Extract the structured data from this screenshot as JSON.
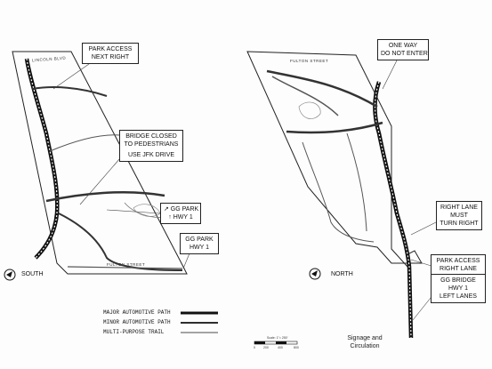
{
  "signs": {
    "park_access_next_right": [
      "PARK ACCESS",
      "NEXT RIGHT"
    ],
    "bridge_closed": [
      "BRIDGE CLOSED",
      "TO PEDESTRIANS",
      "USE JFK DRIVE"
    ],
    "gg_park_hwy1_arrows": [
      "↗ GG PARK",
      "↑ HWY 1"
    ],
    "gg_park_hwy1": [
      "GG PARK",
      "HWY 1"
    ],
    "one_way": [
      "ONE WAY",
      "DO NOT ENTER"
    ],
    "right_lane": [
      "RIGHT LANE",
      "MUST",
      "TURN RIGHT"
    ],
    "park_access_right_lane": [
      "PARK ACCESS",
      "RIGHT LANE"
    ],
    "gg_bridge": [
      "GG BRIDGE",
      "HWY 1",
      "LEFT LANES"
    ]
  },
  "streets": {
    "lincoln_left": "LINCOLN BLVD",
    "fulton_left": "FULTON STREET",
    "fulton_right": "FULTON STREET"
  },
  "directions": {
    "south": "SOUTH",
    "north": "NORTH"
  },
  "legend": [
    "MAJOR AUTOMOTIVE PATH",
    "MINOR AUTOMOTIVE PATH",
    "MULTI-PURPOSE TRAIL"
  ],
  "scale_label": "Scale: 1\"= 250'",
  "scale_ticks": [
    "0",
    "200",
    "400",
    "800"
  ],
  "caption": [
    "Signage and",
    "Circulation"
  ]
}
